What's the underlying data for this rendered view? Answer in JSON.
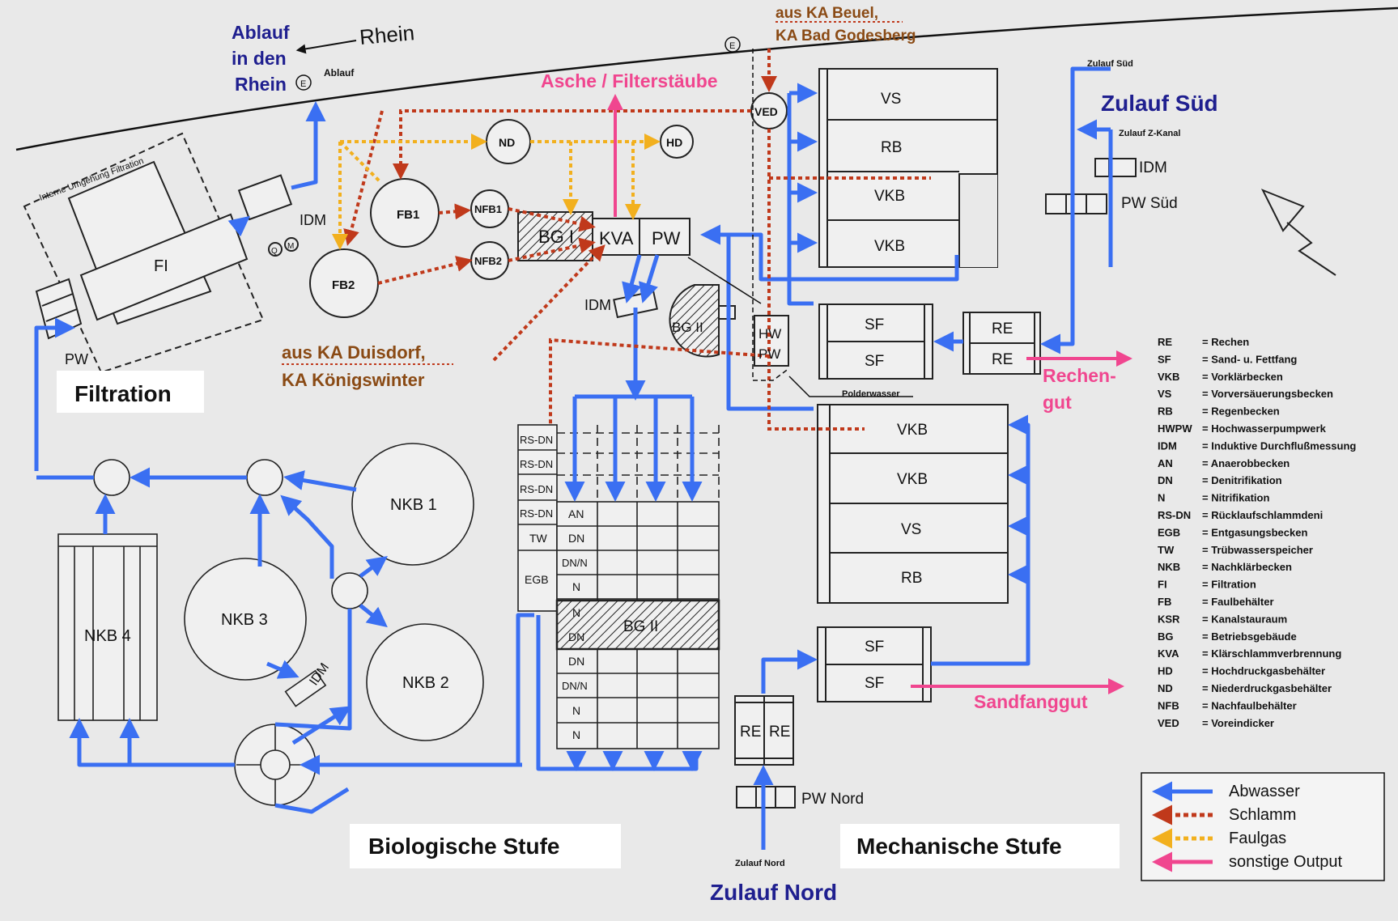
{
  "river": {
    "name": "Rhein"
  },
  "sections": {
    "filtration": "Filtration",
    "bio": "Biologische Stufe",
    "mech": "Mechanische Stufe"
  },
  "headings": {
    "ablauf_1": "Ablauf",
    "ablauf_2": "in den",
    "ablauf_3": "Rhein",
    "ablauf_small": "Ablauf",
    "zulauf_sued": "Zulauf Süd",
    "zulauf_sued_small": "Zulauf Süd",
    "zulauf_z": "Zulauf Z-Kanal",
    "zulauf_nord": "Zulauf Nord",
    "zulauf_nord_small": "Zulauf Nord",
    "asche": "Asche / Filterstäube",
    "beuel_1": "aus KA Beuel,",
    "beuel_2": "KA Bad Godesberg",
    "duisdorf_1": "aus KA Duisdorf,",
    "duisdorf_2": "KA Königswinter",
    "rechengut_1": "Rechen-",
    "rechengut_2": "gut",
    "sandfanggut": "Sandfanggut",
    "polderwasser": "Polderwasser",
    "umgehung": "Interne Umgehung Filtration"
  },
  "units": {
    "FI": "FI",
    "PW": "PW",
    "IDM": "IDM",
    "Q": "Q",
    "M": "M",
    "E": "E",
    "ND": "ND",
    "HD": "HD",
    "FB1": "FB1",
    "FB2": "FB2",
    "NFB1": "NFB1",
    "NFB2": "NFB2",
    "BG": "BG I",
    "BG2": "BG II",
    "KVA": "KVA",
    "VED": "VED",
    "VS": "VS",
    "RB": "RB",
    "VKB": "VKB",
    "SF": "SF",
    "RE": "RE",
    "HW": "HW",
    "PW_SUED": "PW Süd",
    "PW_NORD": "PW Nord",
    "NKB1": "NKB 1",
    "NKB2": "NKB 2",
    "NKB3": "NKB 3",
    "NKB4": "NKB 4",
    "RSDN": "RS-DN",
    "TW": "TW",
    "EGB": "EGB",
    "AN": "AN",
    "DN": "DN",
    "DNN": "DN/N",
    "N": "N"
  },
  "abbreviations": [
    {
      "code": "RE",
      "def": "= Rechen"
    },
    {
      "code": "SF",
      "def": "= Sand- u. Fettfang"
    },
    {
      "code": "VKB",
      "def": "= Vorklärbecken"
    },
    {
      "code": "VS",
      "def": "= Vorversäuerungsbecken"
    },
    {
      "code": "RB",
      "def": "= Regenbecken"
    },
    {
      "code": "HWPW",
      "def": "= Hochwasserpumpwerk"
    },
    {
      "code": "IDM",
      "def": "= Induktive Durchflußmessung"
    },
    {
      "code": "AN",
      "def": "= Anaerobbecken"
    },
    {
      "code": "DN",
      "def": "= Denitrifikation"
    },
    {
      "code": "N",
      "def": "= Nitrifikation"
    },
    {
      "code": "RS-DN",
      "def": "= Rücklaufschlammdeni"
    },
    {
      "code": "EGB",
      "def": "= Entgasungsbecken"
    },
    {
      "code": "TW",
      "def": "= Trübwasserspeicher"
    },
    {
      "code": "NKB",
      "def": "= Nachklärbecken"
    },
    {
      "code": "FI",
      "def": "= Filtration"
    },
    {
      "code": "FB",
      "def": "= Faulbehälter"
    },
    {
      "code": "KSR",
      "def": "= Kanalstauraum"
    },
    {
      "code": "BG",
      "def": "= Betriebsgebäude"
    },
    {
      "code": "KVA",
      "def": "= Klärschlammverbrennung"
    },
    {
      "code": "HD",
      "def": "= Hochdruckgasbehälter"
    },
    {
      "code": "ND",
      "def": "= Niederdruckgasbehälter"
    },
    {
      "code": "NFB",
      "def": "= Nachfaulbehälter"
    },
    {
      "code": "VED",
      "def": "= Voreindicker"
    }
  ],
  "legend": [
    {
      "label": "Abwasser",
      "color": "#3a6ff2",
      "style": "solid"
    },
    {
      "label": "Schlamm",
      "color": "#c0391b",
      "style": "dotted"
    },
    {
      "label": "Faulgas",
      "color": "#f2b01e",
      "style": "dotted"
    },
    {
      "label": "sonstige Output",
      "color": "#f0468f",
      "style": "solid"
    }
  ],
  "colors": {
    "abwasser": "#3a6ff2",
    "schlamm": "#c0391b",
    "faulgas": "#f2b01e",
    "output": "#f0468f",
    "navy": "#1f1f8f",
    "brown": "#8a4a14"
  }
}
